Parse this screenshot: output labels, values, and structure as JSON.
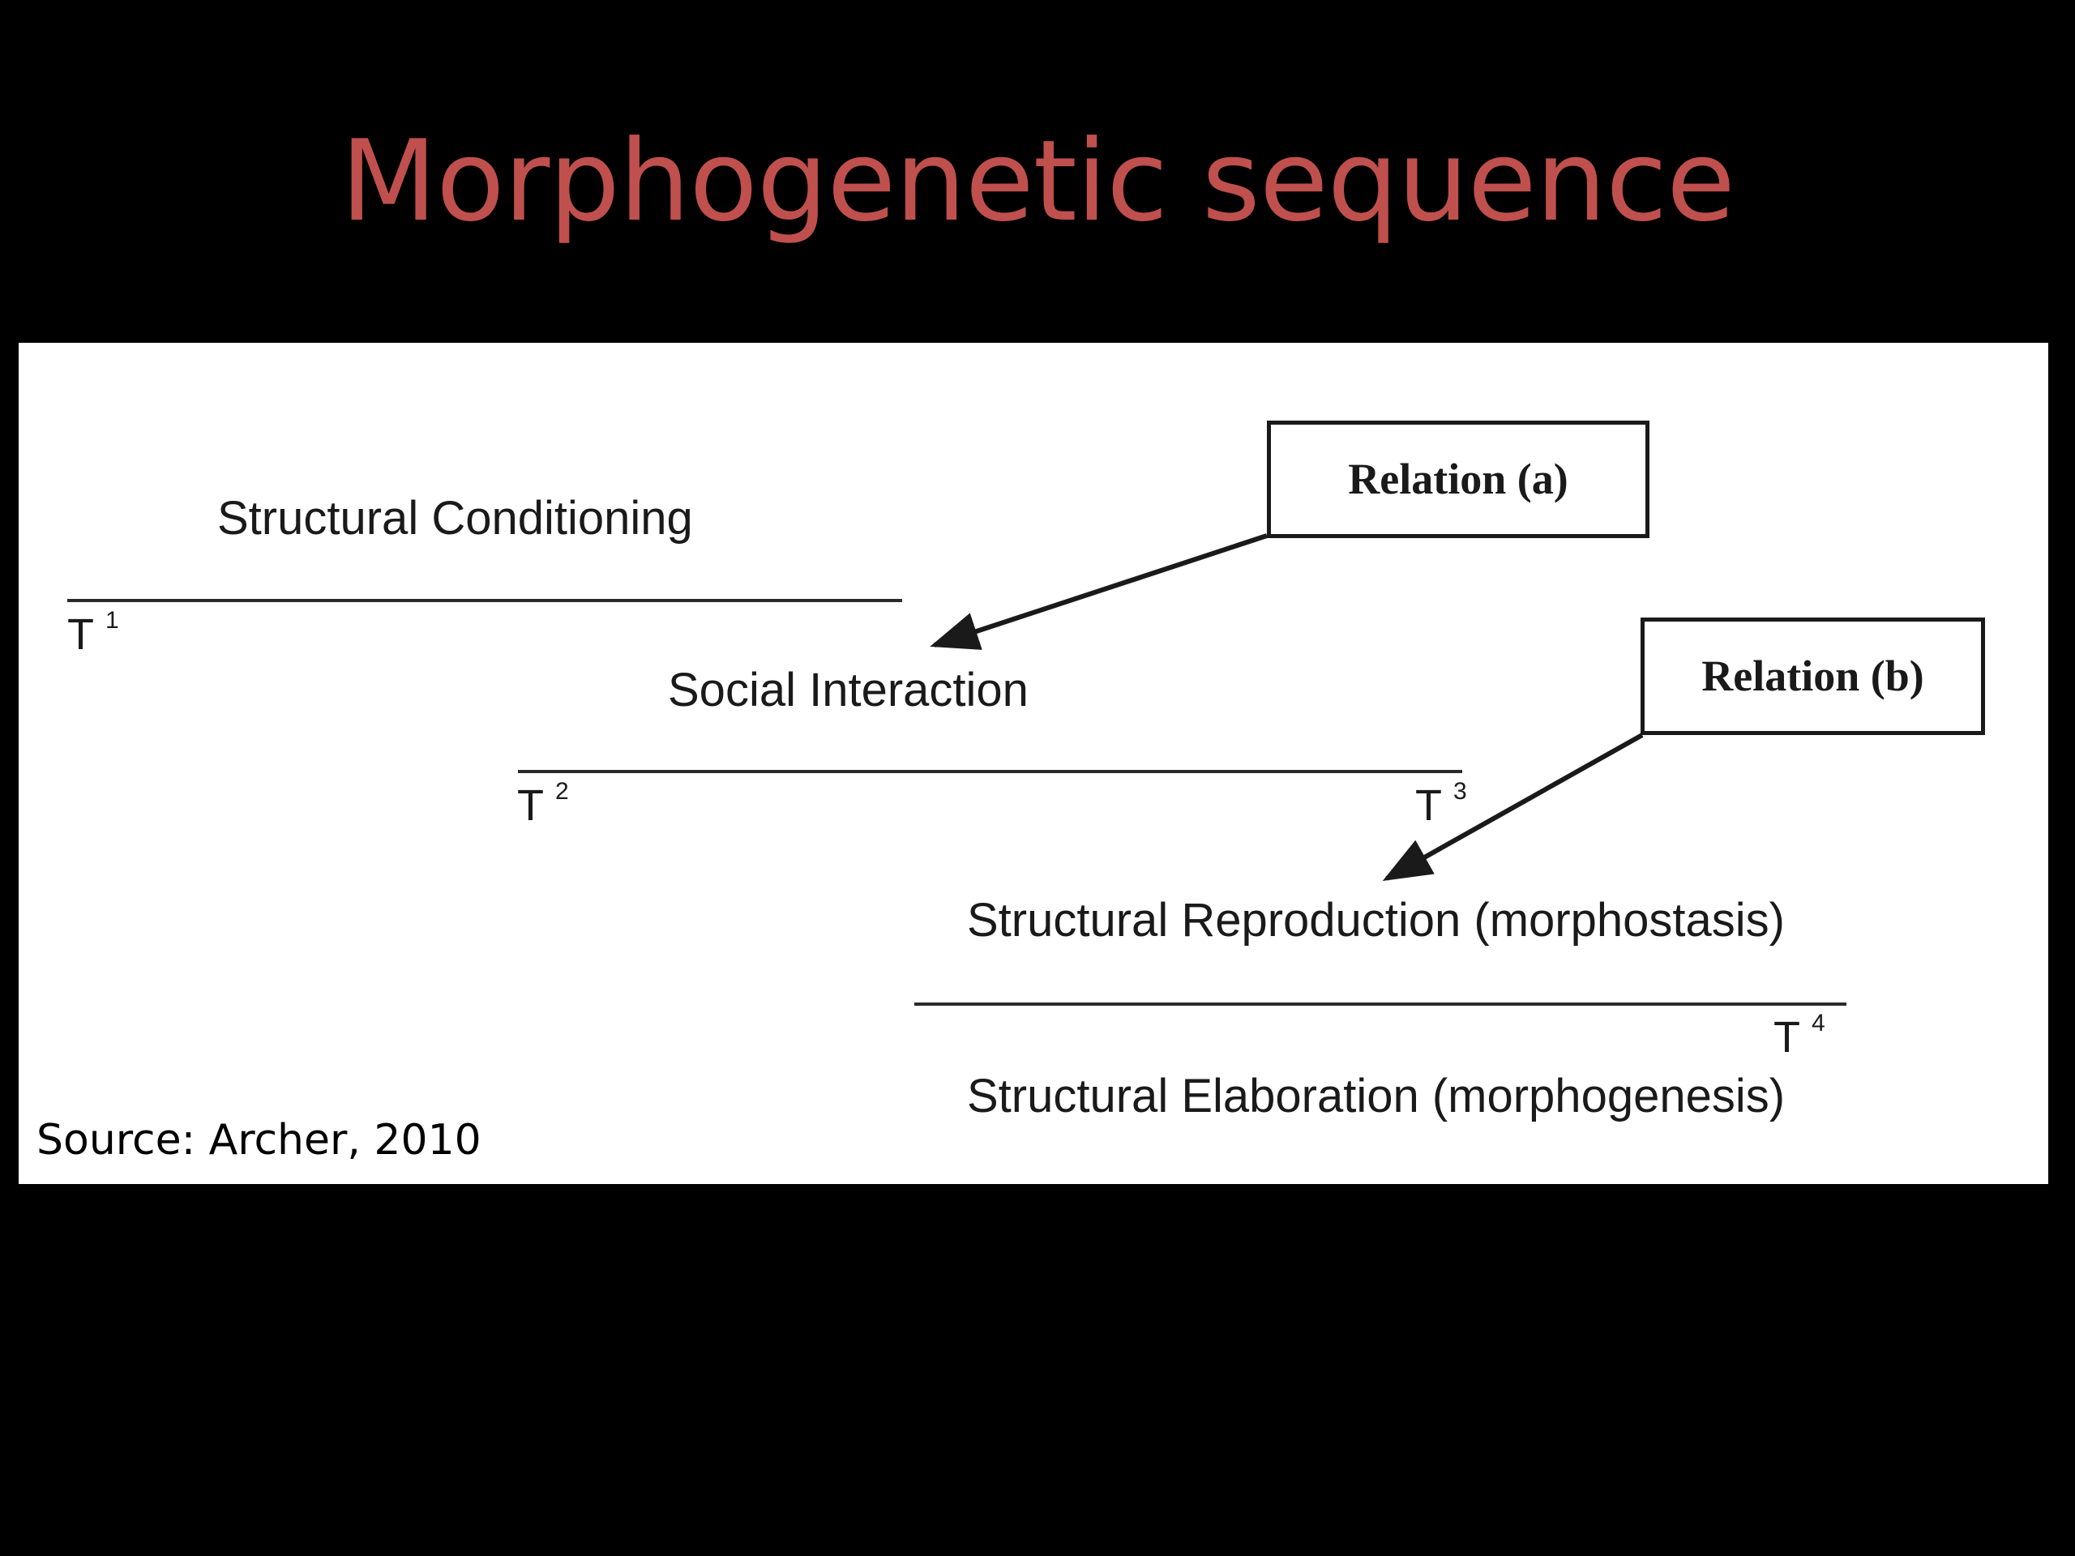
{
  "title": "Morphogenetic sequence",
  "colors": {
    "background": "#000000",
    "title": "#c0504d",
    "panel": "#ffffff",
    "ink": "#1a1a1a"
  },
  "diagram": {
    "phases": [
      {
        "label": "Structural Conditioning"
      },
      {
        "label": "Social Interaction"
      },
      {
        "label": "Structural Reproduction (morphostasis)"
      },
      {
        "label": "Structural Elaboration (morphogenesis)"
      }
    ],
    "time_markers": [
      {
        "letter": "T",
        "index": "1"
      },
      {
        "letter": "T",
        "index": "2"
      },
      {
        "letter": "T",
        "index": "3"
      },
      {
        "letter": "T",
        "index": "4"
      }
    ],
    "relations": [
      {
        "label": "Relation (a)"
      },
      {
        "label": "Relation (b)"
      }
    ]
  },
  "source": "Source: Archer, 2010"
}
